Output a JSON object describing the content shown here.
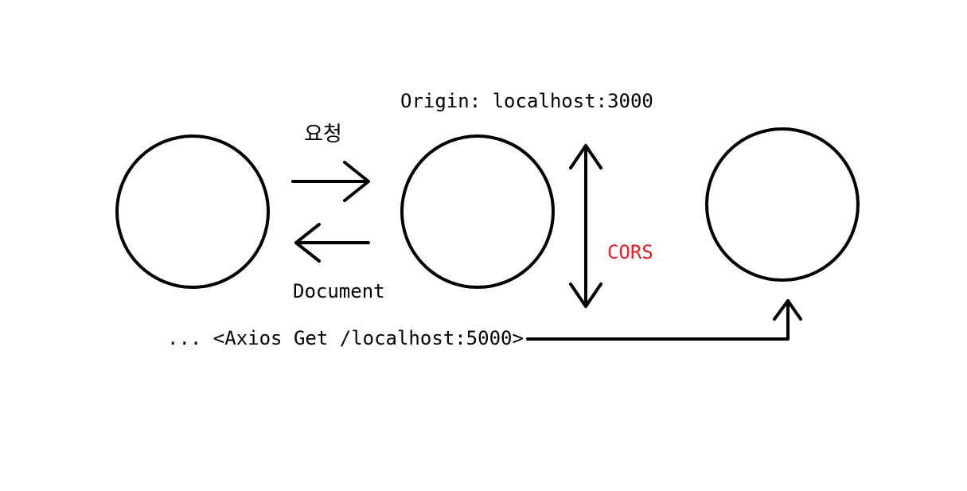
{
  "labels": {
    "origin": "Origin: localhost:3000",
    "request": "요청",
    "cors": "CORS",
    "document": "Document",
    "axios": "... <Axios Get /localhost:5000>"
  },
  "colors": {
    "stroke": "#000000",
    "cors": "#ed1c24",
    "background": "#ffffff"
  }
}
